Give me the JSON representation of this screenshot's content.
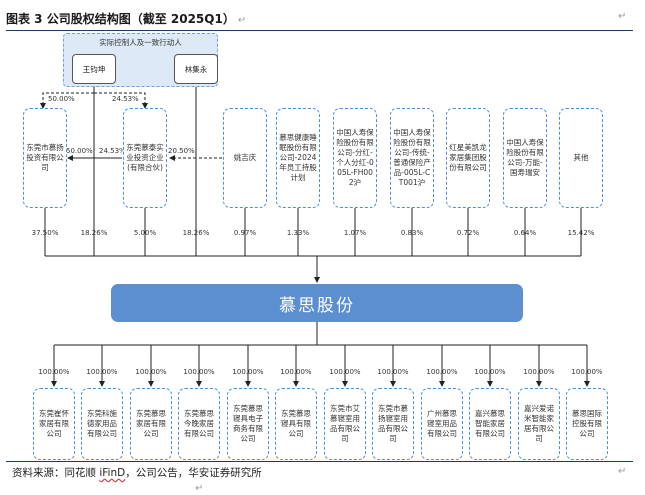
{
  "title": "图表 3 公司股权结构图（截至 2025Q1）",
  "para_mark": "↵",
  "controller_group_label": "实际控制人及一致行动人",
  "controllers": [
    {
      "name": "王钧坤"
    },
    {
      "name": "林集永"
    }
  ],
  "shareholders": [
    {
      "name": "东莞市慕扬投资有限公司",
      "pct": "37.50%"
    },
    {
      "name": "东莞慕泰实业投资企业(有限合伙)",
      "pct": "18.26%"
    },
    {
      "name": "姚吉庆",
      "pct": "5.00%"
    },
    {
      "name": "慕思健康睡眠股份有限公司-2024年员工持股计划",
      "pct": "18.26%"
    },
    {
      "name": "中国人寿保险股份有限公司-分红-个人分红-005L-FH002沪",
      "pct": "0.97%"
    },
    {
      "name": "中国人寿保险股份有限公司-传统-普通保险产品-005L-CT001沪",
      "pct": "1.33%"
    },
    {
      "name": "红星美凯龙家居集团股份有限公司",
      "pct": "1.07%"
    },
    {
      "name": "中国人寿保险股份有限公司-万能-国寿瑞安",
      "pct": "0.83%"
    },
    {
      "name": "其他",
      "pct": "0.72%"
    }
  ],
  "extra_pcts": [
    "0.64%",
    "15.42%"
  ],
  "edge_labels": {
    "wang_to_muyang": "50.00%",
    "wang_to_mutai": "24.53%",
    "mutai_to_muyang_50": "50.00%",
    "mutai_24": "24.53%",
    "lin_to_mutai": "20.50%"
  },
  "company": "慕思股份",
  "subsidiaries": [
    {
      "name": "东莞崔怀家居有限公司",
      "pct": "100.00%"
    },
    {
      "name": "东莞科施德家用品有限公司",
      "pct": "100.00%"
    },
    {
      "name": "东莞慕思家居有限公司",
      "pct": "100.00%"
    },
    {
      "name": "东莞慕思今晚家居有限公司",
      "pct": "100.00%"
    },
    {
      "name": "东莞慕思寝具电子商务有限公司",
      "pct": "100.00%"
    },
    {
      "name": "东莞慕思寝具有限公司",
      "pct": "100.00%"
    },
    {
      "name": "东莞市艾慕寝室用品有限公司",
      "pct": "100.00%"
    },
    {
      "name": "东莞市慕扬寝室用品有限公司",
      "pct": "100.00%"
    },
    {
      "name": "广州慕思寝室用品有限公司",
      "pct": "100.00%"
    },
    {
      "name": "嘉兴慕思智能家居有限公司",
      "pct": "100.00%"
    },
    {
      "name": "嘉兴爱诺米智能家居有限公司",
      "pct": "100.00%"
    },
    {
      "name": "慕思国际控股有限公司",
      "pct": "100.00%"
    }
  ],
  "source": {
    "prefix": "资料来源：同花顺 ",
    "ifind": "iFinD",
    "suffix": "，公司公告，华安证券研究所"
  }
}
